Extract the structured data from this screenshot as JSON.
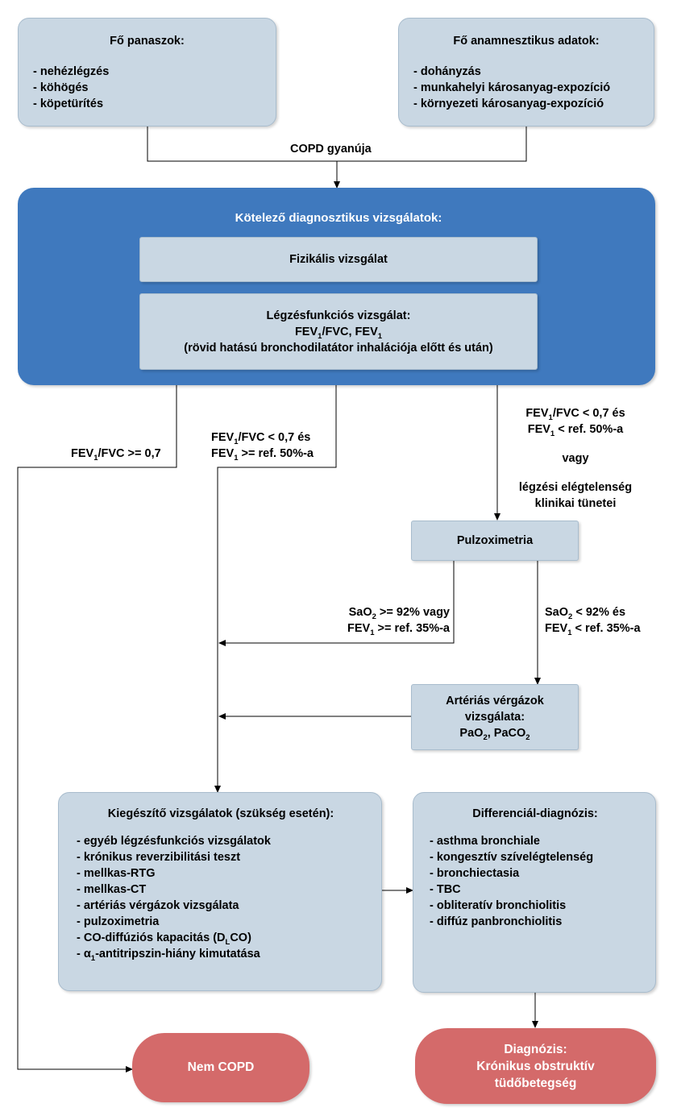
{
  "complaints": {
    "title": "Fő panaszok:",
    "items": [
      "- nehézlégzés",
      "- köhögés",
      "- köpetürítés"
    ]
  },
  "anamnesis": {
    "title": "Fő anamnesztikus adatok:",
    "items": [
      "- dohányzás",
      "- munkahelyi károsanyag-expozíció",
      "- környezeti károsanyag-expozíció"
    ]
  },
  "suspicion": "COPD gyanúja",
  "mandatory": {
    "title": "Kötelező diagnosztikus vizsgálatok:",
    "physical": "Fizikális vizsgálat",
    "spiro_title": "Légzésfunkciós vizsgálat:",
    "spiro_fev": "FEV",
    "spiro_sub1": "1",
    "spiro_mid": "/FVC, FEV",
    "spiro_sub2": "1",
    "spiro_note": "(rövid hatású bronchodilatátor inhalációja előtt és után)"
  },
  "branch_left": {
    "pre": "FEV",
    "sub": "1",
    "post": "/FVC >= 0,7"
  },
  "branch_mid": {
    "l1_pre": "FEV",
    "l1_sub": "1",
    "l1_post": "/FVC < 0,7 és",
    "l2_pre": "FEV",
    "l2_sub": "1",
    "l2_post": " >= ref. 50%-a"
  },
  "branch_right": {
    "l1_pre": "FEV",
    "l1_sub": "1",
    "l1_post": "/FVC < 0,7 és",
    "l2_pre": "FEV",
    "l2_sub": "1",
    "l2_post": " < ref. 50%-a",
    "or": "vagy",
    "l3": "légzési elégtelenség",
    "l4": "klinikai tünetei"
  },
  "pulse_ox": "Pulzoximetria",
  "ox_left": {
    "l1_pre": "SaO",
    "l1_sub": "2",
    "l1_post": " >= 92% vagy",
    "l2_pre": "FEV",
    "l2_sub": "1",
    "l2_post": " >= ref. 35%-a"
  },
  "ox_right": {
    "l1_pre": "SaO",
    "l1_sub": "2",
    "l1_post": " < 92% és",
    "l2_pre": "FEV",
    "l2_sub": "1",
    "l2_post": " < ref. 35%-a"
  },
  "abg": {
    "l1": "Artériás vérgázok",
    "l2": "vizsgálata:",
    "pa_pre": "PaO",
    "pa_sub": "2",
    "pa_mid": ", PaCO",
    "pa_sub2": "2"
  },
  "supplementary": {
    "title": "Kiegészítő vizsgálatok (szükség esetén):",
    "items": [
      "- egyéb légzésfunkciós vizsgálatok",
      "- krónikus reverzibilitási teszt",
      "- mellkas-RTG",
      "- mellkas-CT",
      "- artériás vérgázok vizsgálata",
      "- pulzoximetria"
    ],
    "dlco_pre": "- CO-diffúziós kapacitás (D",
    "dlco_sub": "L",
    "dlco_post": "CO)",
    "alpha_pre": "- α",
    "alpha_sub": "1",
    "alpha_post": "-antitripszin-hiány kimutatása"
  },
  "differential": {
    "title": "Differenciál-diagnózis:",
    "items": [
      "- asthma bronchiale",
      "- kongesztív szívelégtelenség",
      "- bronchiectasia",
      "- TBC",
      "- obliteratív bronchiolitis",
      "- diffúz panbronchiolitis"
    ]
  },
  "not_copd": "Nem COPD",
  "diagnosis": {
    "l1": "Diagnózis:",
    "l2": "Krónikus obstruktív",
    "l3": "tüdőbetegség"
  }
}
